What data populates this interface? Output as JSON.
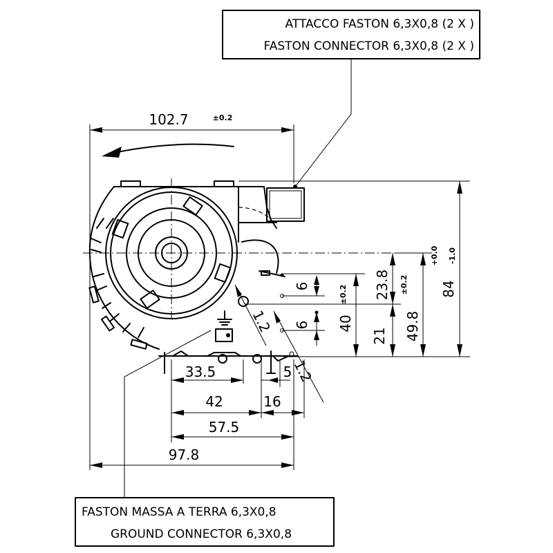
{
  "top_note": {
    "line1": "ATTACCO FASTON 6,3X0,8 (2 X )",
    "line2": "FASTON CONNECTOR 6,3X0,8 (2 X )"
  },
  "bottom_note": {
    "line1": "FASTON MASSA A TERRA 6,3X0,8",
    "line2": "GROUND  CONNECTOR 6,3X0,8"
  },
  "dimensions": {
    "width_overall": "102.7",
    "width_tolerance": "±0.2",
    "height_overall": "84",
    "height_tol_upper": "+0.0",
    "height_tol_lower": "-1.0",
    "d_23_8": "23.8",
    "d_23_8_tol": "±0.2",
    "d_49_8": "49.8",
    "d_21": "21",
    "d_40": "40",
    "d_40_tol": "±0.2",
    "d_6_upper": "6",
    "d_6_lower": "6",
    "d_1_2_upper": "1.2",
    "d_1_2_lower": "1.2",
    "d_33_5": "33.5",
    "d_5": "5",
    "d_42": "42",
    "d_16": "16",
    "d_57_5": "57.5",
    "d_97_8": "97.8"
  }
}
